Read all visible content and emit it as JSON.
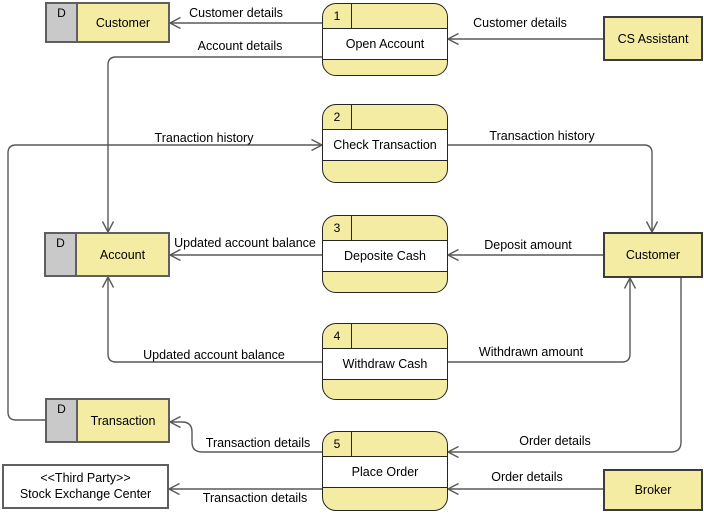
{
  "diagram": {
    "colors": {
      "node_fill_yellow": "#F5ECA4",
      "store_tag_gray": "#C9C9C9",
      "process_body_white": "#FFFFFF",
      "connector_gray": "#58585A",
      "process_border": "#262626",
      "store_border": "#5F5F5F",
      "text": "#000000"
    },
    "processes": [
      {
        "id": "1",
        "name": "Open Account"
      },
      {
        "id": "2",
        "name": "Check Transaction"
      },
      {
        "id": "3",
        "name": "Deposite Cash"
      },
      {
        "id": "4",
        "name": "Withdraw Cash"
      },
      {
        "id": "5",
        "name": "Place Order"
      }
    ],
    "data_stores": [
      {
        "tag": "D",
        "name": "Customer"
      },
      {
        "tag": "D",
        "name": "Account"
      },
      {
        "tag": "D",
        "name": "Transaction"
      }
    ],
    "external_entities": [
      {
        "name": "CS Assistant"
      },
      {
        "name": "Customer"
      },
      {
        "name": "Broker"
      },
      {
        "stereotype": "<<Third Party>>",
        "name": "Stock Exchange Center"
      }
    ],
    "flows": [
      {
        "label": "Customer details",
        "from": "Open Account",
        "to": "Customer (data store)"
      },
      {
        "label": "Customer details",
        "from": "CS Assistant",
        "to": "Open Account"
      },
      {
        "label": "Account details",
        "from": "Open Account",
        "to": "Account (data store)"
      },
      {
        "label": "Tranaction history",
        "from": "Transaction (data store)",
        "to": "Check Transaction"
      },
      {
        "label": "Transaction history",
        "from": "Check Transaction",
        "to": "Customer"
      },
      {
        "label": "Deposit amount",
        "from": "Customer",
        "to": "Deposite Cash"
      },
      {
        "label": "Updated account balance",
        "from": "Deposite Cash",
        "to": "Account (data store)"
      },
      {
        "label": "Withdrawn amount",
        "from": "Withdraw Cash",
        "to": "Customer"
      },
      {
        "label": "Updated account balance",
        "from": "Withdraw Cash",
        "to": "Account (data store)"
      },
      {
        "label": "Transaction details",
        "from": "Place Order",
        "to": "Transaction (data store)"
      },
      {
        "label": "Order details",
        "from": "Customer",
        "to": "Place Order"
      },
      {
        "label": "Transaction details",
        "from": "Place Order",
        "to": "Stock Exchange Center"
      },
      {
        "label": "Order details",
        "from": "Broker",
        "to": "Place Order"
      }
    ]
  }
}
